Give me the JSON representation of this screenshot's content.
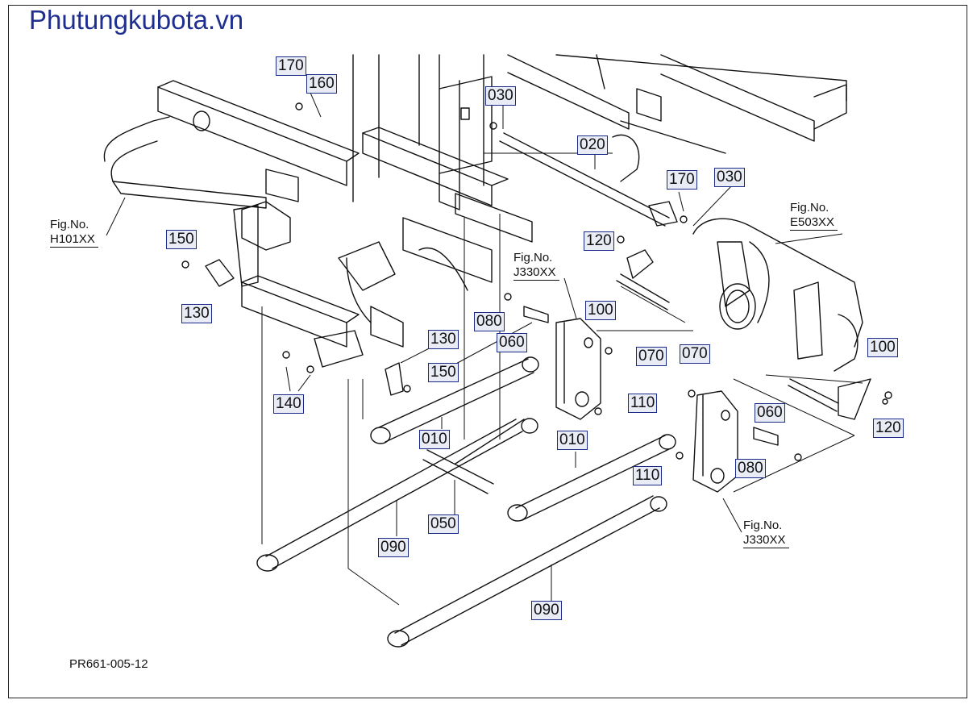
{
  "site_title": "Phutungkubota.vn",
  "drawing_number": "PR661-005-12",
  "figure_refs": [
    {
      "label": "Fig.No.",
      "code": "H101XX"
    },
    {
      "label": "Fig.No.",
      "code": "E503XX"
    },
    {
      "label": "Fig.No.",
      "code": "J330XX"
    },
    {
      "label": "Fig.No.",
      "code": "J330XX"
    }
  ],
  "callouts": [
    "170",
    "160",
    "030",
    "020",
    "170",
    "030",
    "150",
    "130",
    "120",
    "100",
    "080",
    "060",
    "070",
    "070",
    "130",
    "150",
    "140",
    "110",
    "010",
    "010",
    "060",
    "110",
    "080",
    "050",
    "090",
    "090",
    "100",
    "120"
  ]
}
